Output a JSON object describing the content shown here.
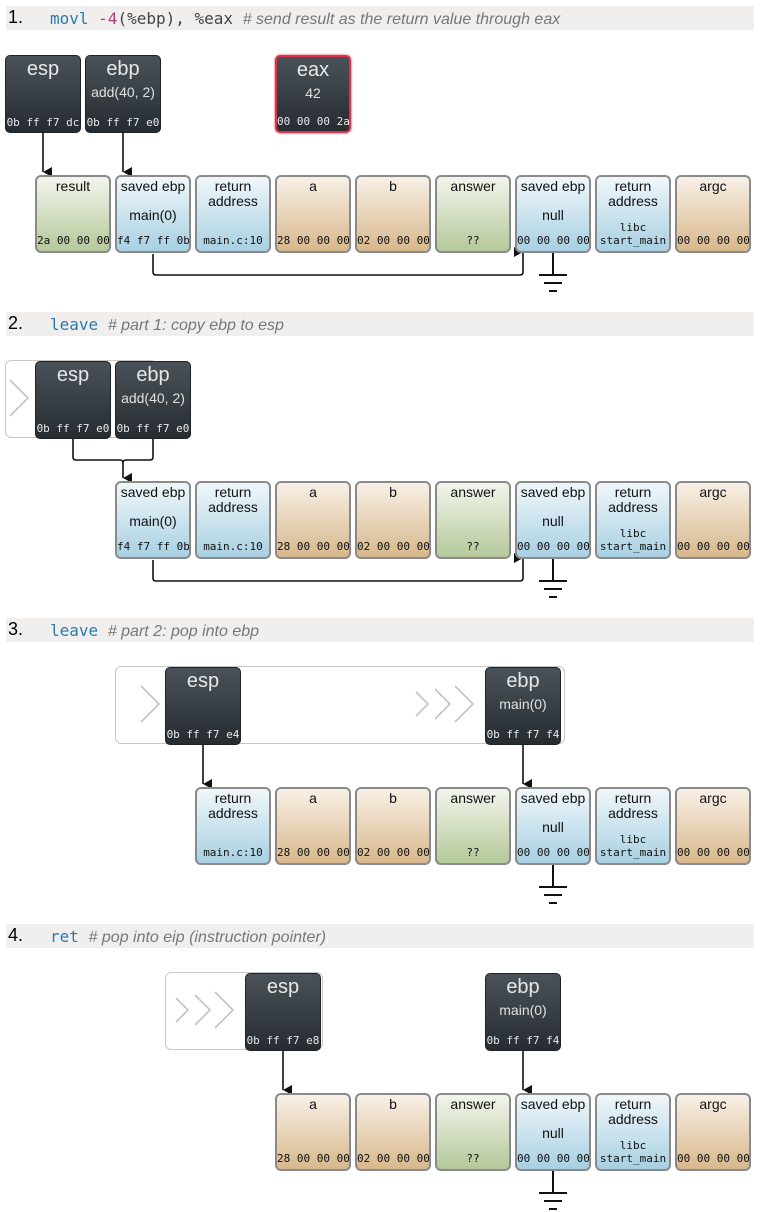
{
  "steps": [
    {
      "num": "1.",
      "code": {
        "op": "movl",
        "arg1_num": "-4",
        "arg1_reg": "(%ebp),",
        "arg2": "%eax",
        "comment": "# send result as the return value through eax"
      },
      "registers": {
        "esp": {
          "name": "esp",
          "value": "",
          "bytes": "0b ff f7 dc"
        },
        "ebp": {
          "name": "ebp",
          "value": "add(40, 2)",
          "bytes": "0b ff f7 e0"
        },
        "eax": {
          "name": "eax",
          "value": "42",
          "bytes": "00 00 00 2a"
        }
      },
      "cells": [
        {
          "label": "result",
          "value": "",
          "small": "",
          "bytes": "2a 00 00 00",
          "color": "green"
        },
        {
          "label": "saved ebp",
          "value": "main(0)",
          "small": "",
          "bytes": "f4 f7 ff 0b",
          "color": "blue"
        },
        {
          "label": "return address",
          "value": "",
          "small": "",
          "bytes": "main.c:10",
          "color": "blue"
        },
        {
          "label": "a",
          "value": "",
          "small": "",
          "bytes": "28 00 00 00",
          "color": "tan"
        },
        {
          "label": "b",
          "value": "",
          "small": "",
          "bytes": "02 00 00 00",
          "color": "tan"
        },
        {
          "label": "answer",
          "value": "",
          "small": "",
          "bytes": "??",
          "color": "green"
        },
        {
          "label": "saved ebp",
          "value": "null",
          "small": "",
          "bytes": "00 00 00 00",
          "color": "blue"
        },
        {
          "label": "return address",
          "value": "",
          "small": "libc",
          "bytes": "start_main",
          "color": "blue"
        },
        {
          "label": "argc",
          "value": "",
          "small": "",
          "bytes": "00 00 00 00",
          "color": "tan"
        }
      ]
    },
    {
      "num": "2.",
      "code": {
        "op": "leave",
        "comment": "# part 1: copy ebp to esp"
      },
      "registers": {
        "esp": {
          "name": "esp",
          "value": "",
          "bytes": "0b ff f7 e0"
        },
        "ebp": {
          "name": "ebp",
          "value": "add(40, 2)",
          "bytes": "0b ff f7 e0"
        }
      },
      "cells": [
        {
          "label": "saved ebp",
          "value": "main(0)",
          "small": "",
          "bytes": "f4 f7 ff 0b",
          "color": "blue"
        },
        {
          "label": "return address",
          "value": "",
          "small": "",
          "bytes": "main.c:10",
          "color": "blue"
        },
        {
          "label": "a",
          "value": "",
          "small": "",
          "bytes": "28 00 00 00",
          "color": "tan"
        },
        {
          "label": "b",
          "value": "",
          "small": "",
          "bytes": "02 00 00 00",
          "color": "tan"
        },
        {
          "label": "answer",
          "value": "",
          "small": "",
          "bytes": "??",
          "color": "green"
        },
        {
          "label": "saved ebp",
          "value": "null",
          "small": "",
          "bytes": "00 00 00 00",
          "color": "blue"
        },
        {
          "label": "return address",
          "value": "",
          "small": "libc",
          "bytes": "start_main",
          "color": "blue"
        },
        {
          "label": "argc",
          "value": "",
          "small": "",
          "bytes": "00 00 00 00",
          "color": "tan"
        }
      ]
    },
    {
      "num": "3.",
      "code": {
        "op": "leave",
        "comment": "# part 2: pop into ebp"
      },
      "registers": {
        "esp": {
          "name": "esp",
          "value": "",
          "bytes": "0b ff f7 e4"
        },
        "ebp": {
          "name": "ebp",
          "value": "main(0)",
          "bytes": "0b ff f7 f4"
        }
      },
      "cells": [
        {
          "label": "return address",
          "value": "",
          "small": "",
          "bytes": "main.c:10",
          "color": "blue"
        },
        {
          "label": "a",
          "value": "",
          "small": "",
          "bytes": "28 00 00 00",
          "color": "tan"
        },
        {
          "label": "b",
          "value": "",
          "small": "",
          "bytes": "02 00 00 00",
          "color": "tan"
        },
        {
          "label": "answer",
          "value": "",
          "small": "",
          "bytes": "??",
          "color": "green"
        },
        {
          "label": "saved ebp",
          "value": "null",
          "small": "",
          "bytes": "00 00 00 00",
          "color": "blue"
        },
        {
          "label": "return address",
          "value": "",
          "small": "libc",
          "bytes": "start_main",
          "color": "blue"
        },
        {
          "label": "argc",
          "value": "",
          "small": "",
          "bytes": "00 00 00 00",
          "color": "tan"
        }
      ]
    },
    {
      "num": "4.",
      "code": {
        "op": "ret",
        "comment": "# pop into eip (instruction pointer)"
      },
      "registers": {
        "esp": {
          "name": "esp",
          "value": "",
          "bytes": "0b ff f7 e8"
        },
        "ebp": {
          "name": "ebp",
          "value": "main(0)",
          "bytes": "0b ff f7 f4"
        }
      },
      "cells": [
        {
          "label": "a",
          "value": "",
          "small": "",
          "bytes": "28 00 00 00",
          "color": "tan"
        },
        {
          "label": "b",
          "value": "",
          "small": "",
          "bytes": "02 00 00 00",
          "color": "tan"
        },
        {
          "label": "answer",
          "value": "",
          "small": "",
          "bytes": "??",
          "color": "green"
        },
        {
          "label": "saved ebp",
          "value": "null",
          "small": "",
          "bytes": "00 00 00 00",
          "color": "blue"
        },
        {
          "label": "return address",
          "value": "",
          "small": "libc",
          "bytes": "start_main",
          "color": "blue"
        },
        {
          "label": "argc",
          "value": "",
          "small": "",
          "bytes": "00 00 00 00",
          "color": "tan"
        }
      ]
    }
  ]
}
